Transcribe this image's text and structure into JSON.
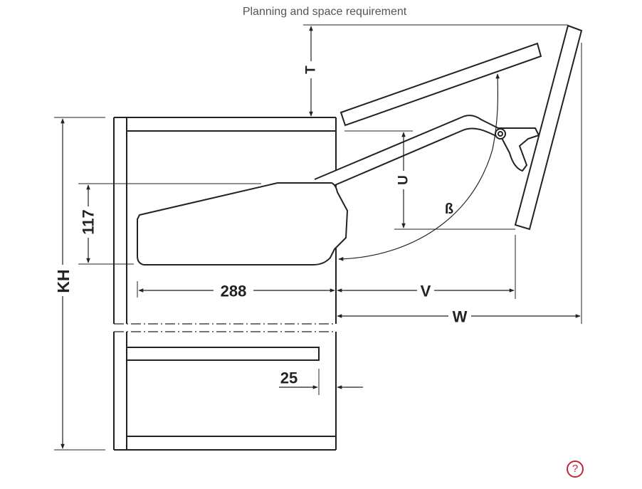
{
  "title": "Planning and space requirement",
  "dimensions": {
    "kh": "KH",
    "height_117": "117",
    "depth_288": "288",
    "v": "V",
    "w": "W",
    "t": "T",
    "u": "U",
    "beta": "ß",
    "setback_25": "25"
  },
  "help": {
    "icon": "?"
  },
  "colors": {
    "line": "#222222",
    "help_accent": "#c0283a"
  }
}
